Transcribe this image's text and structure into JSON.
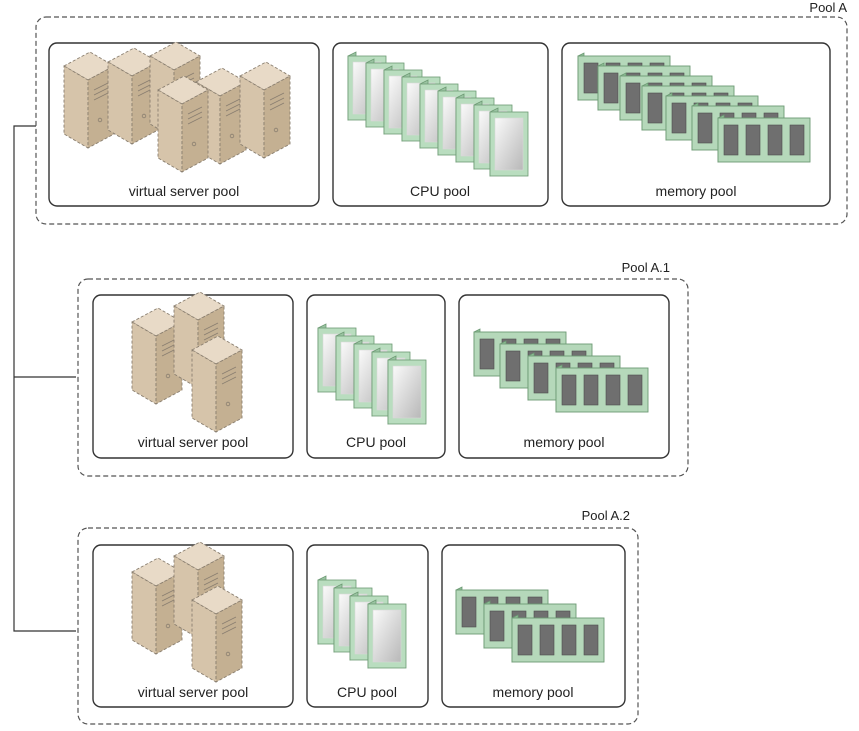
{
  "pools": [
    {
      "title": "Pool A",
      "cells": [
        {
          "label": "virtual server pool",
          "kind": "server-stack"
        },
        {
          "label": "CPU pool",
          "kind": "cpu-stack"
        },
        {
          "label": "memory pool",
          "kind": "memory-stack"
        }
      ]
    },
    {
      "title": "Pool A.1",
      "cells": [
        {
          "label": "virtual server pool",
          "kind": "server-stack"
        },
        {
          "label": "CPU pool",
          "kind": "cpu-stack"
        },
        {
          "label": "memory pool",
          "kind": "memory-stack"
        }
      ]
    },
    {
      "title": "Pool A.2",
      "cells": [
        {
          "label": "virtual server pool",
          "kind": "server-stack"
        },
        {
          "label": "CPU pool",
          "kind": "cpu-stack"
        },
        {
          "label": "memory pool",
          "kind": "memory-stack"
        }
      ]
    }
  ],
  "colors": {
    "server": "#d6c4aa",
    "cpu": "#b9ddbf",
    "memory_board": "#b5d8ba",
    "memory_chip": "#6f6f6f",
    "frame": "#555555"
  }
}
